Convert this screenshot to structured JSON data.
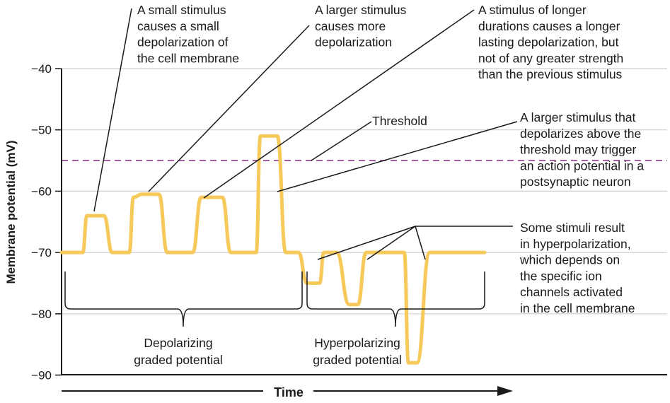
{
  "chart_data": {
    "type": "line",
    "xlabel": "Time",
    "ylabel": "Membrane potential (mV)",
    "ylim": [
      -90,
      -40
    ],
    "yticks": [
      -40,
      -50,
      -60,
      -70,
      -80,
      -90
    ],
    "grid": true,
    "threshold": {
      "value": -55,
      "label": "Threshold",
      "color": "#a0559a"
    },
    "series": [
      {
        "color": "#f5c95a",
        "x": [
          0,
          3,
          5,
          6,
          10,
          12,
          14,
          16,
          17,
          19,
          23,
          25,
          26,
          29,
          31,
          33,
          38,
          40,
          41,
          44,
          46,
          47,
          51,
          53,
          54,
          55,
          56,
          58,
          61,
          62,
          63,
          64,
          65,
          68,
          70,
          72,
          73,
          75,
          81,
          82,
          83,
          84,
          87,
          89,
          90,
          92,
          100
        ],
        "y": [
          -70,
          -70,
          -70,
          -64,
          -64,
          -70,
          -70,
          -70,
          -61,
          -60.5,
          -60.5,
          -70,
          -70,
          -70,
          -70,
          -61,
          -61,
          -70,
          -70,
          -70,
          -70,
          -51,
          -51,
          -70,
          -70,
          -70,
          -70,
          -75,
          -75,
          -70,
          -70,
          -70,
          -70,
          -78.5,
          -78.5,
          -70,
          -70,
          -70,
          -70,
          -88,
          -88,
          -88,
          -70,
          -70,
          -70,
          -70,
          -70
        ]
      }
    ],
    "annotations": [
      {
        "id": "small",
        "lines": [
          "A small stimulus",
          "causes a small",
          "depolarization of",
          "the cell membrane"
        ]
      },
      {
        "id": "larger",
        "lines": [
          "A larger stimulus",
          "causes more",
          "depolarization"
        ]
      },
      {
        "id": "longer",
        "lines": [
          "A stimulus of longer",
          "durations causes a longer",
          "lasting depolarization, but",
          "not of any greater strength",
          "than the previous stimulus"
        ]
      },
      {
        "id": "action",
        "lines": [
          "A larger stimulus that",
          "depolarizes above the",
          "threshold may trigger",
          "an action potential in a",
          "postsynaptic neuron"
        ]
      },
      {
        "id": "hyper",
        "lines": [
          "Some stimuli result",
          "in hyperpolarization,",
          "which depends on",
          "the specific ion",
          "channels activated",
          "in the cell membrane"
        ]
      }
    ],
    "brackets": [
      {
        "lines": [
          "Depolarizing",
          "graded potential"
        ]
      },
      {
        "lines": [
          "Hyperpolarizing",
          "graded potential"
        ]
      }
    ]
  }
}
